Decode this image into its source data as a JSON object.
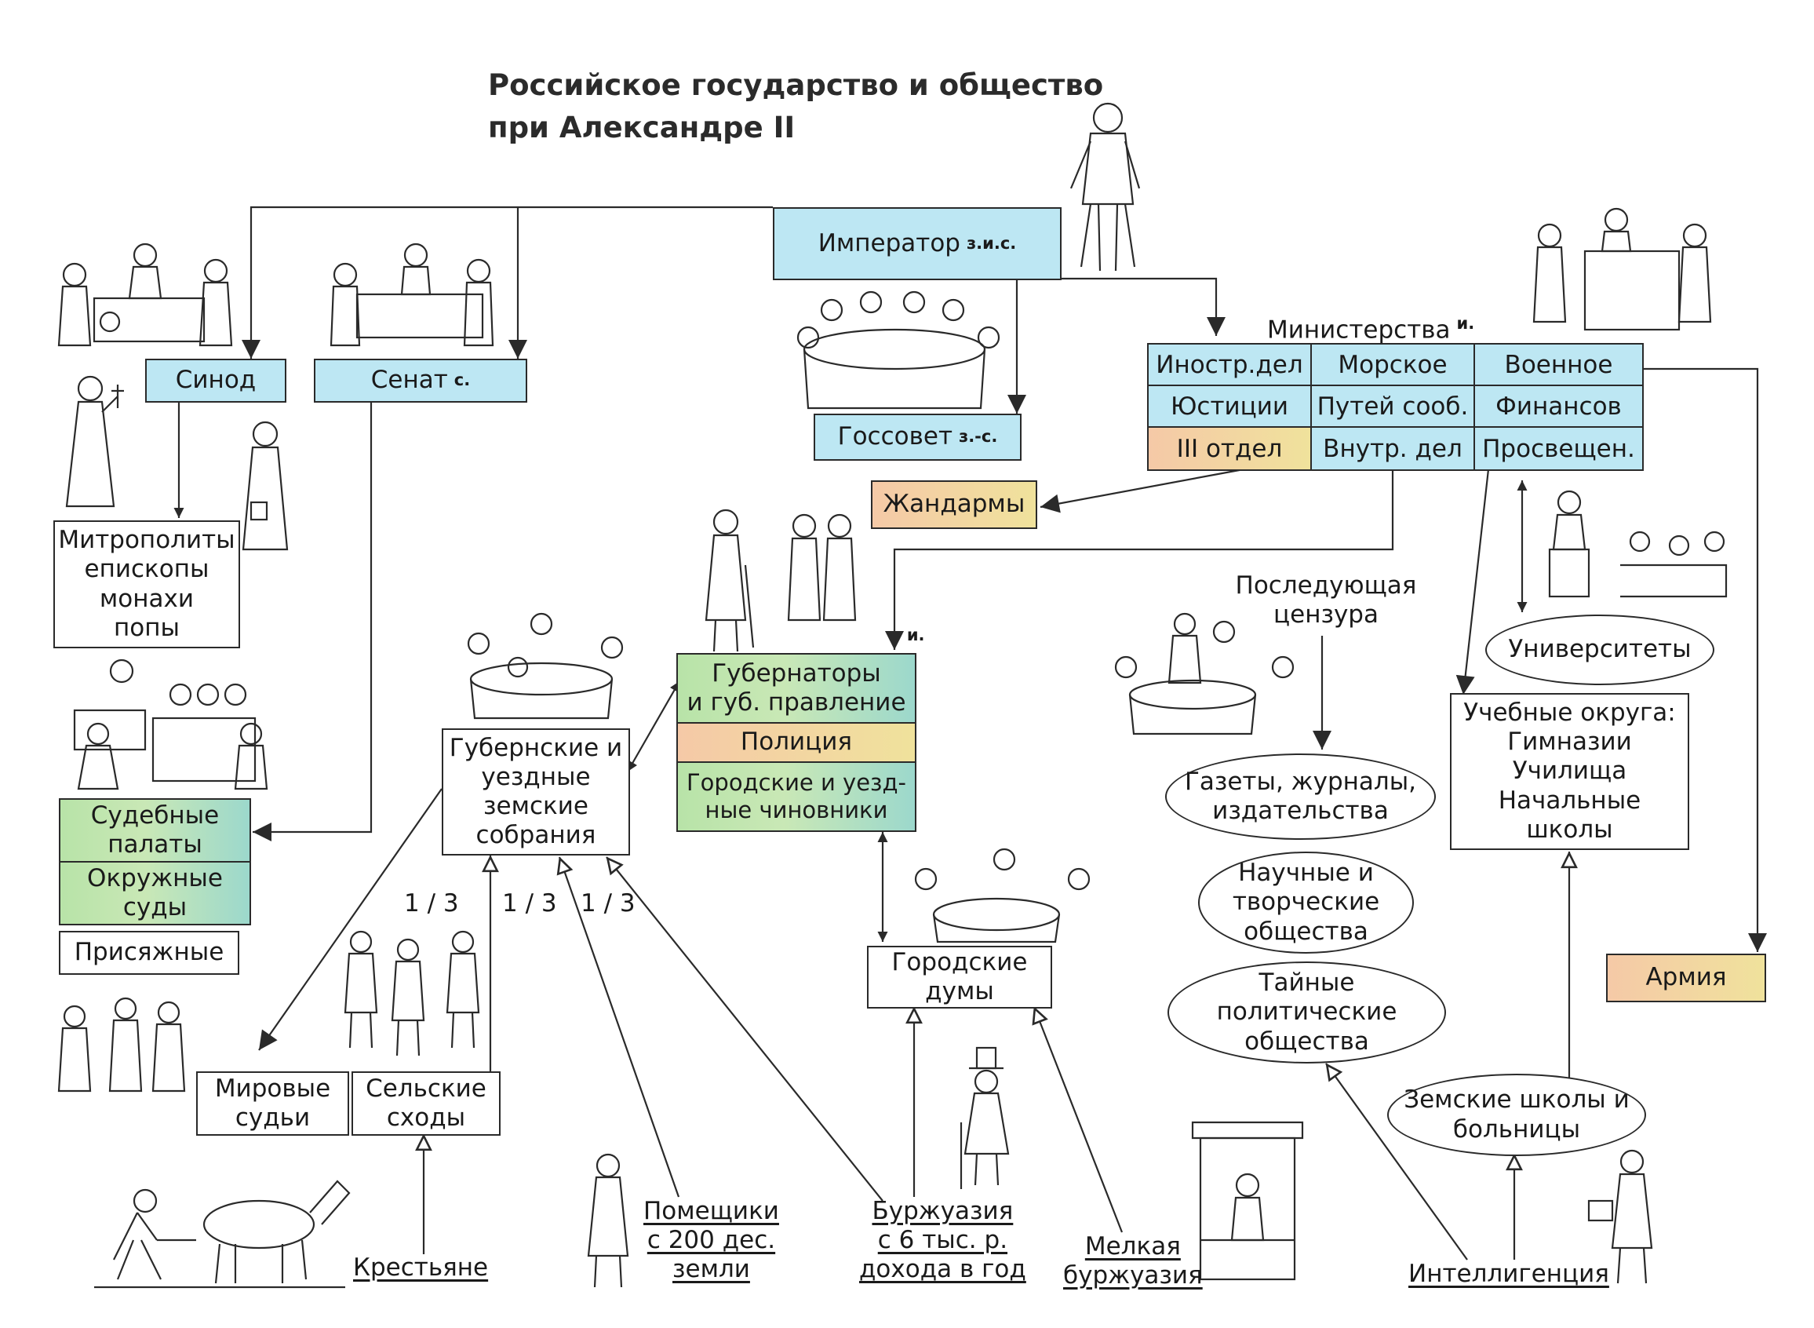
{
  "title": {
    "line1": "Российское государство и общество",
    "line2": "при Александре II"
  },
  "nodes": {
    "emperor": {
      "label": "Император",
      "mark": "з.и.с."
    },
    "synod": {
      "label": "Синод"
    },
    "senate": {
      "label": "Сенат",
      "mark": "с."
    },
    "gossovet": {
      "label": "Госсовет",
      "mark": "з.-с."
    },
    "ministries": {
      "label": "Министерства",
      "mark": "и."
    },
    "gendarmes": {
      "label": "Жандармы"
    },
    "clergy": {
      "label": "Митрополиты\nепископы\nмонахи\nпопы"
    },
    "governors": {
      "label": "Губернаторы\nи губ. правление",
      "mark": "и."
    },
    "police": {
      "label": "Полиция"
    },
    "officials": {
      "label": "Городские и уезд-\nные чиновники"
    },
    "zemstvo": {
      "label": "Губернские и\nуездные\nземские\nсобрания"
    },
    "court_chambers": {
      "label": "Судебные\nпалаты"
    },
    "district_courts": {
      "label": "Окружные\nсуды"
    },
    "jurors": {
      "label": "Присяжные"
    },
    "justices": {
      "label": "Мировые\nсудьи"
    },
    "village": {
      "label": "Сельские\nсходы"
    },
    "city_dumas": {
      "label": "Городские\nдумы"
    },
    "censorship": {
      "label": "Последующая\nцензура"
    },
    "press": {
      "label": "Газеты, журналы,\nиздательства"
    },
    "societies": {
      "label": "Научные и\nтворческие\nобщества"
    },
    "secret": {
      "label": "Тайные\nполитические\nобщества"
    },
    "universities": {
      "label": "Университеты"
    },
    "edu_districts": {
      "label": "Учебные округа:\nГимназии\nУчилища\nНачальные\nшколы"
    },
    "army": {
      "label": "Армия"
    },
    "zemstvo_schools": {
      "label": "Земские школы и\nбольницы"
    },
    "peasants": {
      "label": "Крестьяне"
    },
    "landowners": {
      "label": "Помещики\nс 200 дес.\nземли"
    },
    "bourgeoisie": {
      "label": "Буржуазия\nс 6 тыс. р.\nдохода в год"
    },
    "petty_bourgeoisie": {
      "label": "Мелкая\nбуржуазия"
    },
    "intelligentsia": {
      "label": "Интеллигенция"
    }
  },
  "ministries_grid": [
    [
      "Иностр.дел",
      "Морское",
      "Военное"
    ],
    [
      "Юстиции",
      "Путей сооб.",
      "Финансов"
    ],
    [
      "III отдел",
      "Внутр. дел",
      "Просвещен."
    ]
  ],
  "fractions": [
    "1 / 3",
    "1 / 3",
    "1 / 3"
  ],
  "colors": {
    "blue": "#bde7f3",
    "orange": "#f5c9a7",
    "yellow": "#f0e29c",
    "green": "#b8e3a8",
    "line": "#2a2a2a"
  }
}
